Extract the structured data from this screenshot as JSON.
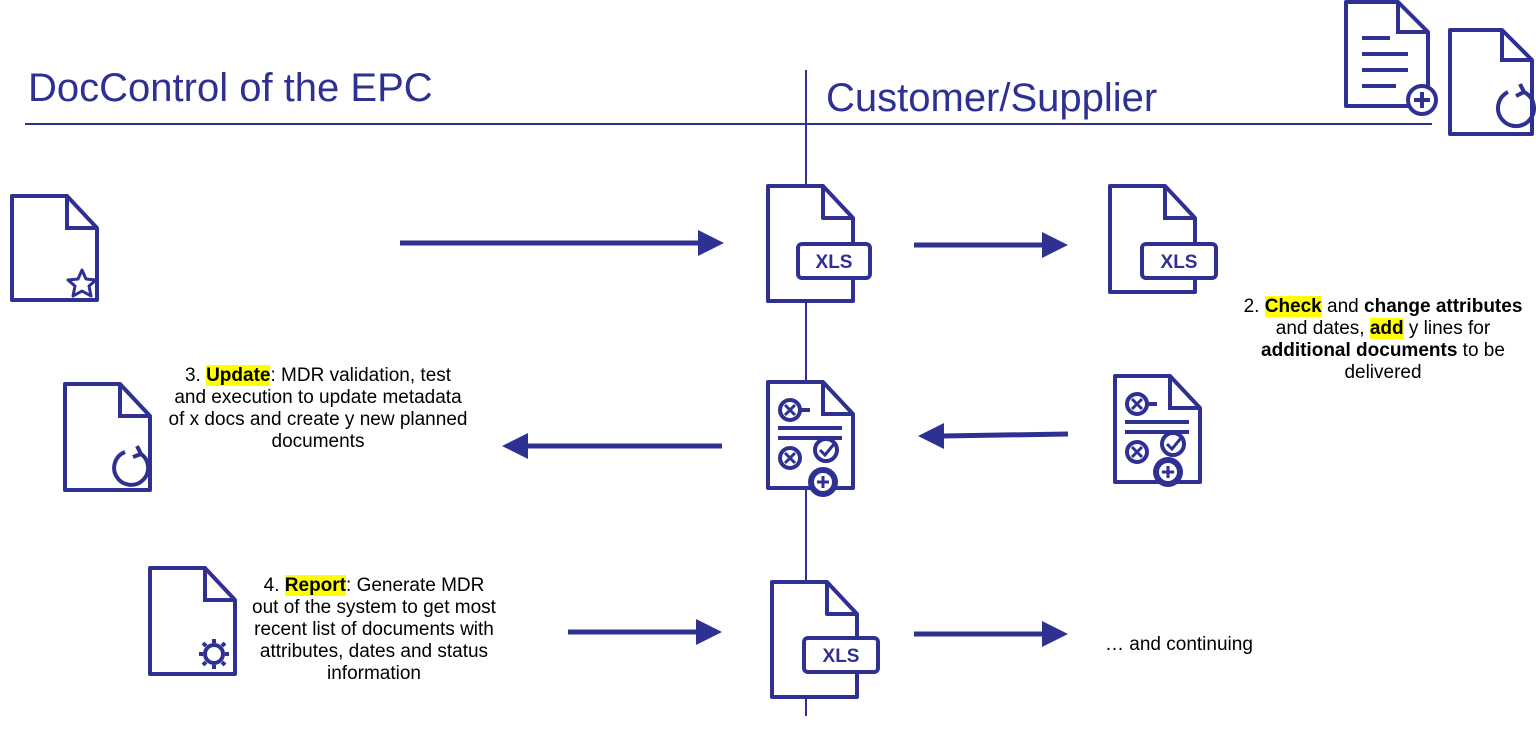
{
  "header": {
    "left_title": "DocControl of the EPC",
    "right_title": "Customer/Supplier"
  },
  "notes": {
    "update": {
      "prefix": "3. ",
      "keyword": "Update",
      "rest": ": MDR validation, test and execution to update metadata of x docs and create y new planned documents"
    },
    "check": {
      "prefix": "2. ",
      "keyword1": "Check",
      "text1": " and ",
      "bold1": "change attributes",
      "text2": " and dates, ",
      "keyword2": "add",
      "text3": " y lines for ",
      "bold2": "additional documents",
      "text4": " to be delivered"
    },
    "report": {
      "prefix": "4. ",
      "keyword": "Report",
      "rest": ": Generate MDR out of the system to get most recent list of documents with attributes, dates and status information"
    },
    "continue": "… and continuing"
  },
  "icons": {
    "xls_label": "XLS",
    "names": [
      "document-star-icon",
      "document-refresh-icon",
      "document-gear-icon",
      "xls-document-icon",
      "checklist-document-add-icon",
      "document-add-icon"
    ]
  },
  "colors": {
    "primary": "#2e3192",
    "highlight": "#ffff00",
    "text": "#000000"
  }
}
